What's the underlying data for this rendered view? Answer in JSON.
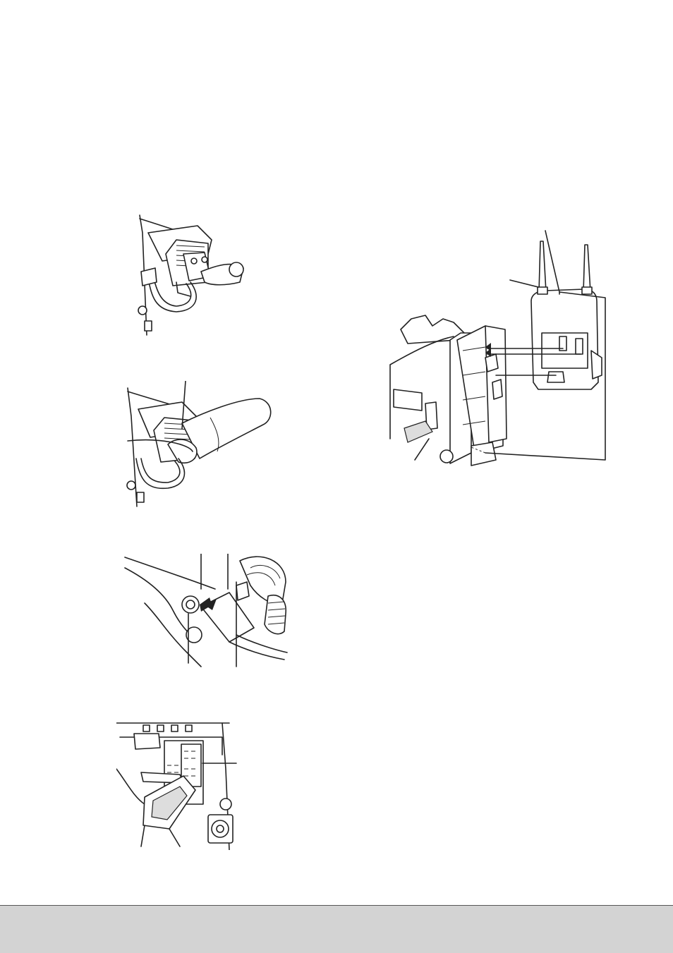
{
  "page": {
    "background": "#ffffff",
    "footer_band_color": "#d3d3d3"
  },
  "figures": [
    {
      "id": "fig-mic-holder-open",
      "description_icon": "camera-microphone-holder-drawing"
    },
    {
      "id": "fig-mic-mounted",
      "description_icon": "camera-shotgun-microphone-drawing"
    },
    {
      "id": "fig-audio-input-cable",
      "description_icon": "camera-xlr-cable-connection-drawing"
    },
    {
      "id": "fig-audio-switches",
      "description_icon": "camera-side-panel-switches-drawing"
    },
    {
      "id": "fig-wireless-receiver",
      "description_icon": "camera-wireless-receiver-mounting-drawing"
    }
  ]
}
